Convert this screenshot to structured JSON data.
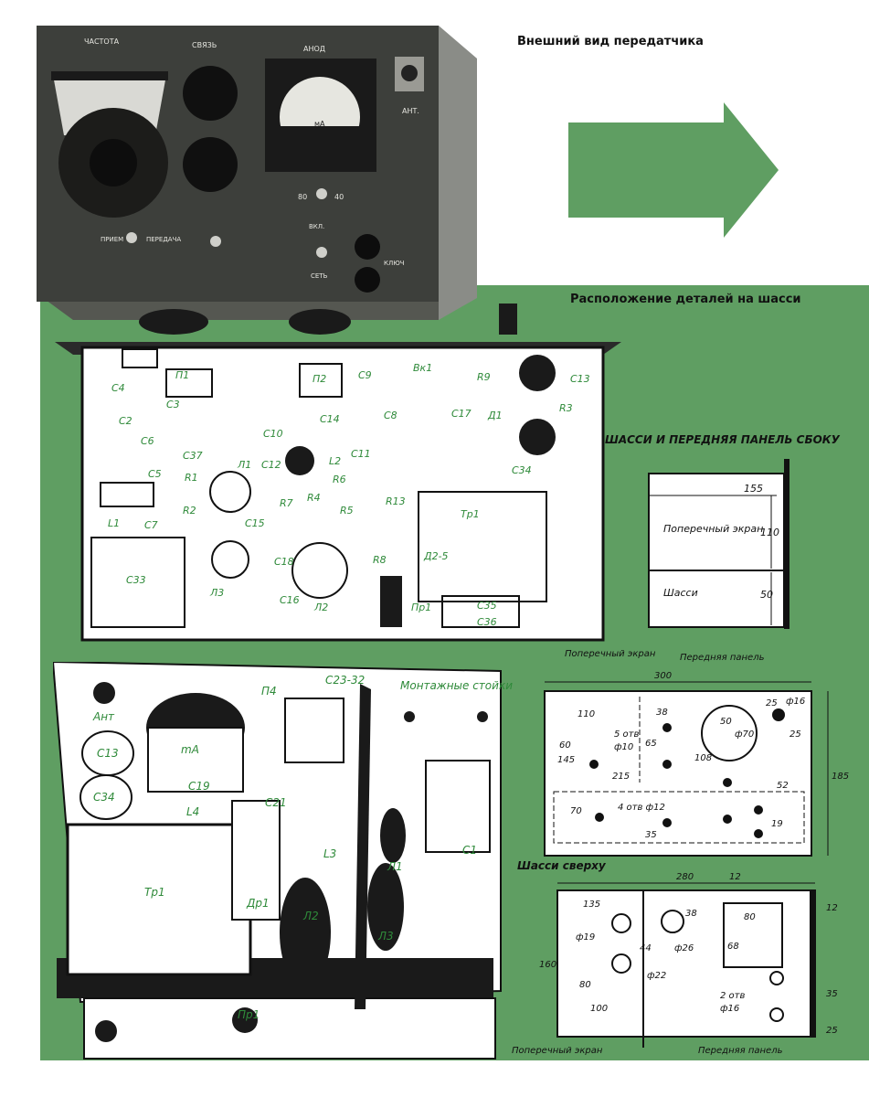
{
  "captions": {
    "front_view": "Внешний вид передатчика",
    "chassis_layout": "Расположение деталей на шасси"
  },
  "front_panel": {
    "labels": {
      "freq": "ЧАСТОТА",
      "link": "СВЯЗЬ",
      "anode": "АНОД",
      "ant": "АНТ.",
      "rx": "ПРИЕМ",
      "tx": "ПЕРЕДАЧА",
      "on": "ВКЛ.",
      "mains": "СЕТЬ",
      "key": "КЛЮЧ",
      "b80": "80",
      "b40": "40",
      "ma": "мА"
    }
  },
  "chassis_labels": {
    "p1": "П1",
    "p2": "П2",
    "vk1": "Вк1",
    "c3": "C3",
    "c4": "C4",
    "c2": "C2",
    "c6": "C6",
    "c5": "C5",
    "c37": "C37",
    "c10": "C10",
    "c9": "C9",
    "c8": "C8",
    "c14": "C14",
    "c11": "C11",
    "c12": "C12",
    "l1": "Л1",
    "l2": "L2",
    "r1": "R1",
    "r2": "R2",
    "r7": "R7",
    "r6": "R6",
    "r4": "R4",
    "r5": "R5",
    "r13": "R13",
    "r9": "R9",
    "c17": "C17",
    "d1": "Д1",
    "c13": "C13",
    "c34": "C34",
    "r3": "R3",
    "tr1": "Тр1",
    "d25": "Д2-5",
    "r8": "R8",
    "c15": "C15",
    "c18": "C18",
    "c16": "C16",
    "c33": "C33",
    "l1b": "L1",
    "c7": "C7",
    "l3": "Л3",
    "l2b": "Л2",
    "pr1": "Пр1",
    "c35": "C35",
    "c36": "C36"
  },
  "assembly_labels": {
    "ant": "Ант",
    "p4": "П4",
    "c2332": "C23-32",
    "mount_posts": "Монтажные стойки",
    "ma": "mA",
    "c13": "C13",
    "c34": "C34",
    "c19": "C19",
    "l4": "L4",
    "c21": "C21",
    "tr1": "Тр1",
    "dr1": "Др1",
    "l2": "Л2",
    "l3": "L3",
    "l3b": "Л3",
    "l1": "Л1",
    "c1": "C1",
    "pr1": "Пр1"
  },
  "drawing_side": {
    "title": "ШАССИ И ПЕРЕДНЯЯ ПАНЕЛЬ СБОКУ",
    "screen": "Поперечный экран",
    "chassis": "Шасси",
    "d155": "155",
    "d110": "110",
    "d50": "50"
  },
  "drawing_front": {
    "screen_label": "Поперечный экран",
    "panel_label": "Передняя панель",
    "d300": "300",
    "d110": "110",
    "d38": "38",
    "d60": "60",
    "d5otv": "5 отв",
    "dphi10": "ф10",
    "d145": "145",
    "d65": "65",
    "d108": "108",
    "d215": "215",
    "d50": "50",
    "dphi70": "ф70",
    "d25a": "25",
    "dphi16": "ф16",
    "d25b": "25",
    "d185": "185",
    "d52": "52",
    "d70": "70",
    "d4otv": "4 отв ф12",
    "d35": "35",
    "d19": "19"
  },
  "drawing_top": {
    "title": "Шасси сверху",
    "d280": "280",
    "d12a": "12",
    "d135": "135",
    "d38": "38",
    "d80a": "80",
    "d12b": "12",
    "dphi19": "ф19",
    "d44": "44",
    "dphi26": "ф26",
    "d68": "68",
    "d160": "160",
    "dphi22": "ф22",
    "d80b": "80",
    "d2otv": "2 отв",
    "dphi16": "ф16",
    "d35": "35",
    "d100": "100",
    "d25": "25",
    "screen": "Поперечный экран",
    "panel": "Передняя панель"
  },
  "colors": {
    "green": "#5f9e62",
    "panel": "#3d3f3b",
    "label_green": "#2f8a3a"
  }
}
